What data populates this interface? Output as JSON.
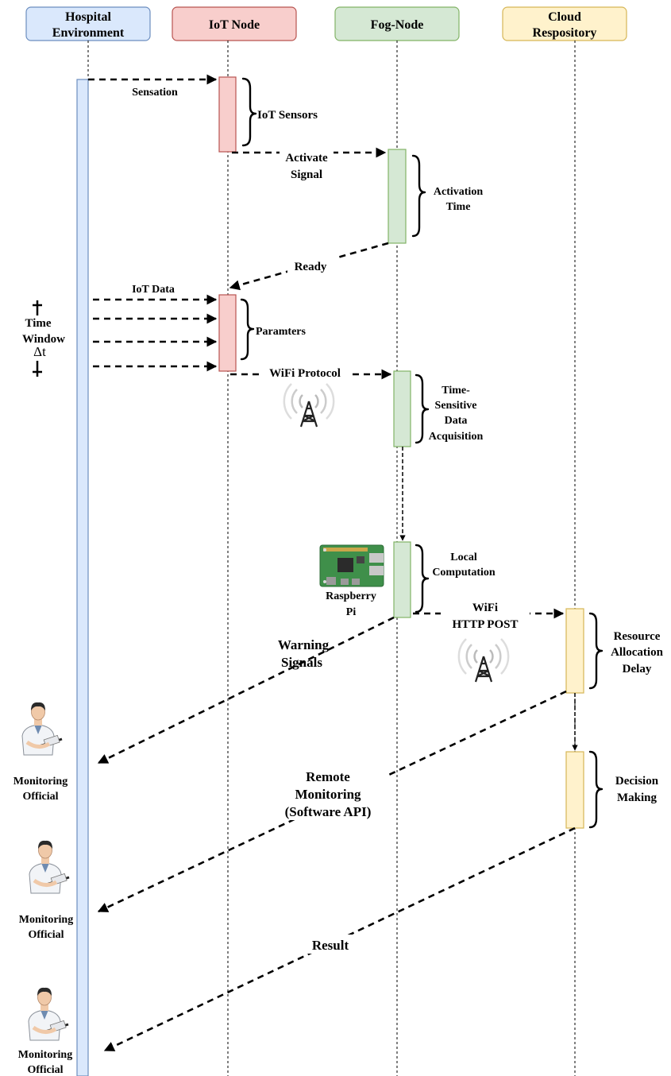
{
  "colors": {
    "hospital_fill": "#dae8fc",
    "hospital_stroke": "#6c8ebf",
    "iot_fill": "#f8cecc",
    "iot_stroke": "#b85450",
    "fog_fill": "#d5e8d4",
    "fog_stroke": "#82b366",
    "cloud_fill": "#fff2cc",
    "cloud_stroke": "#d6b656"
  },
  "lanes": {
    "hospital": [
      "Hospital",
      "Environment"
    ],
    "iot": [
      "IoT Node"
    ],
    "fog": [
      "Fog-Node"
    ],
    "cloud": [
      "Cloud",
      "Respository"
    ]
  },
  "messages": {
    "sensation": "Sensation",
    "activate_signal": [
      "Activate",
      "Signal"
    ],
    "ready": "Ready",
    "iot_data": "IoT Data",
    "wifi_protocol": "WiFi Protocol",
    "wifi_http_post": [
      "WiFi",
      "HTTP POST"
    ],
    "warning_signals": [
      "Warning",
      "Signals"
    ],
    "remote_monitoring": [
      "Remote",
      "Monitoring",
      "(Software API)"
    ],
    "result": "Result"
  },
  "activations": {
    "iot_sensors": "IoT Sensors",
    "activation_time": [
      "Activation",
      "Time"
    ],
    "paramters": "Paramters",
    "time_sensitive": [
      "Time-",
      "Sensitive",
      "Data",
      "Acquisition"
    ],
    "local_computation": [
      "Local",
      "Computation"
    ],
    "resource_allocation": [
      "Resource",
      "Allocation",
      "Delay"
    ],
    "decision_making": [
      "Decision",
      "Making"
    ]
  },
  "time_window": [
    "Time",
    "Window",
    "Δt"
  ],
  "raspberry_pi": [
    "Raspberry",
    "Pi"
  ],
  "monitoring_official": [
    "Monitoring",
    "Official"
  ],
  "icons": [
    "wifi-tower-icon",
    "raspberry-pi-board-icon",
    "doctor-icon"
  ]
}
